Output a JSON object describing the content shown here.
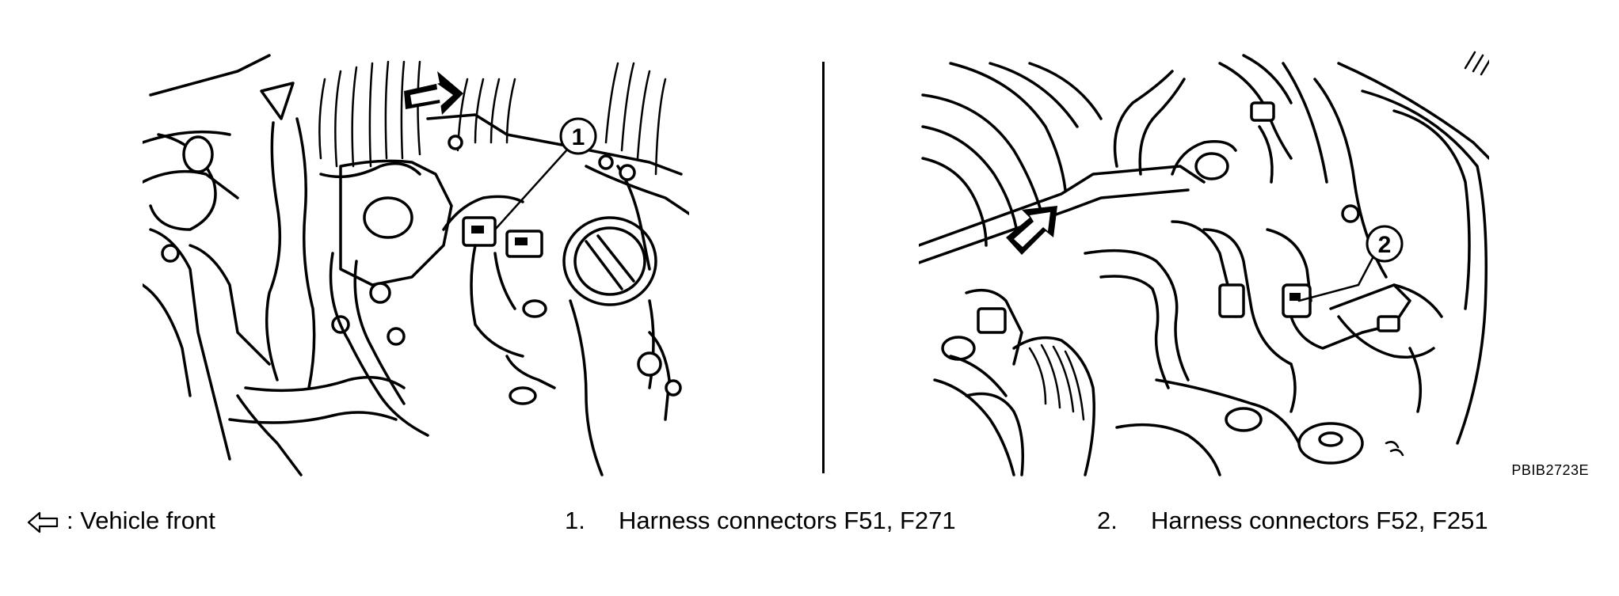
{
  "figure": {
    "reference_code": "PBIB2723E",
    "callouts": [
      {
        "id": "1",
        "label": "1"
      },
      {
        "id": "2",
        "label": "2"
      }
    ]
  },
  "legend": {
    "vehicle_front": ": Vehicle front",
    "items": [
      {
        "number": "1.",
        "text": "Harness connectors F51, F271"
      },
      {
        "number": "2.",
        "text": "Harness connectors F52, F251"
      }
    ]
  }
}
